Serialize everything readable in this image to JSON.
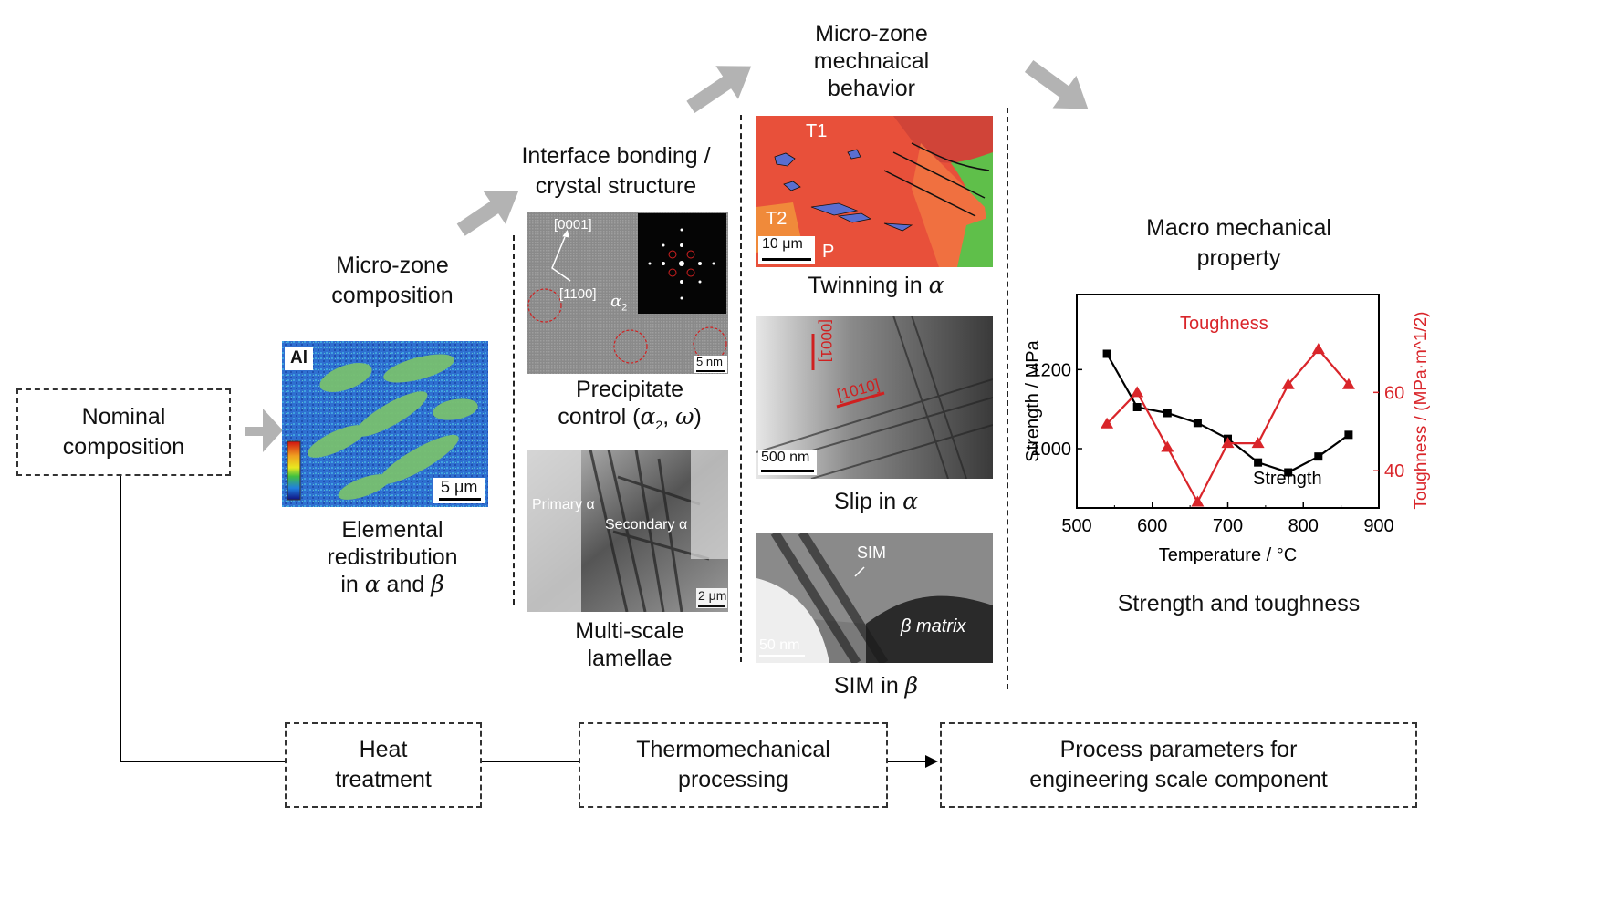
{
  "stages": {
    "nominal": "Nominal composition",
    "heat": "Heat treatment",
    "thermo": "Thermomechanical processing",
    "process": "Process parameters for engineering scale component"
  },
  "headers": {
    "composition": "Micro-zone composition",
    "interface": "Interface bonding / crystal structure",
    "behavior": "Micro-zone mechnaical behavior",
    "macro": "Macro mechanical property"
  },
  "captions": {
    "elemental_1": "Elemental",
    "elemental_2": "redistribution",
    "elemental_3_pre": "in ",
    "elemental_3_a": "α",
    "elemental_3_mid": " and ",
    "elemental_3_b": "β",
    "precip_1": "Precipitate",
    "precip_2_pre": "control (",
    "precip_2_a": "α",
    "precip_2_sub": "2",
    "precip_2_mid": ", ",
    "precip_2_w": "ω",
    "precip_2_post": ")",
    "lamellae": "Multi-scale lamellae",
    "twinning_pre": "Twinning in ",
    "twinning_a": "α",
    "slip_pre": "Slip in ",
    "slip_a": "α",
    "sim_pre": "SIM in ",
    "sim_b": "β",
    "strength_toughness": "Strength and toughness"
  },
  "micrographs": {
    "al_map": {
      "element": "Al",
      "scale": "5 μm"
    },
    "hrtem": {
      "zone1": "[0001]",
      "zone2": "[1100]",
      "phase": "α",
      "phase_sub": "2",
      "scale": "5 nm"
    },
    "lamellae": {
      "primary": "Primary α",
      "secondary": "Secondary α",
      "scale": "2 μm"
    },
    "ebsd": {
      "t1": "T1",
      "t2": "T2",
      "p": "P",
      "scale": "10 μm"
    },
    "slip": {
      "dir1": "[0001]",
      "dir2": "[1010]",
      "scale": "500 nm"
    },
    "sim": {
      "sim": "SIM",
      "matrix": "β matrix",
      "scale": "50 nm"
    }
  },
  "colors": {
    "arrow": "#b3b3b3",
    "strength": "#000000",
    "toughness": "#d9252a"
  },
  "chart_data": {
    "type": "line",
    "xlabel": "Temperature / °C",
    "ylabel": "Strength / MPa",
    "y2label": "Toughness / (MPa·m^1/2)",
    "xlim": [
      500,
      900
    ],
    "ylim": [
      850,
      1390
    ],
    "y2lim": [
      30.5,
      85
    ],
    "xticks": [
      500,
      600,
      700,
      800,
      900
    ],
    "yticks": [
      1000,
      1200
    ],
    "y2ticks": [
      40,
      60
    ],
    "series": [
      {
        "name": "Strength",
        "axis": "left",
        "marker": "square",
        "x": [
          540,
          580,
          620,
          660,
          700,
          740,
          780,
          820,
          860
        ],
        "y": [
          1240,
          1105,
          1090,
          1065,
          1025,
          965,
          940,
          980,
          1035
        ]
      },
      {
        "name": "Toughness",
        "axis": "right",
        "marker": "triangle",
        "x": [
          540,
          580,
          620,
          660,
          700,
          740,
          780,
          820,
          860
        ],
        "y": [
          52,
          60,
          46,
          32,
          47,
          47,
          62,
          71,
          62
        ]
      }
    ]
  }
}
